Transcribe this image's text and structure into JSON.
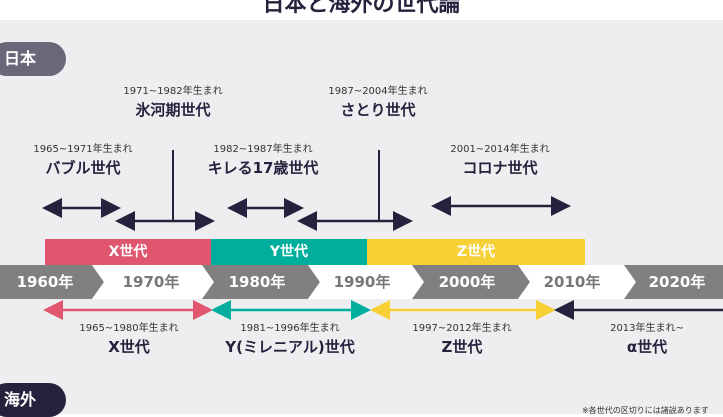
{
  "title": "日本と海外の世代論",
  "sections": {
    "japan": "日本",
    "overseas": "海外"
  },
  "japan_generations": [
    {
      "years": "1965~1971年生まれ",
      "name": "バブル世代"
    },
    {
      "years": "1971~1982年生まれ",
      "name": "氷河期世代"
    },
    {
      "years": "1982~1987年生まれ",
      "name": "キレる17歳世代"
    },
    {
      "years": "1987~2004年生まれ",
      "name": "さとり世代"
    },
    {
      "years": "2001~2014年生まれ",
      "name": "コロナ世代"
    }
  ],
  "bars": [
    {
      "label": "X世代",
      "color": "#e0566f"
    },
    {
      "label": "Y世代",
      "color": "#00ae9e"
    },
    {
      "label": "Z世代",
      "color": "#f7d035"
    }
  ],
  "decades": [
    "1960年",
    "1970年",
    "1980年",
    "1990年",
    "2000年",
    "2010年",
    "2020年"
  ],
  "overseas_generations": [
    {
      "years": "1965~1980年生まれ",
      "name": "X世代",
      "color": "#e0566f"
    },
    {
      "years": "1981~1996年生まれ",
      "name": "Y(ミレニアル)世代",
      "color": "#00ae9e"
    },
    {
      "years": "1997~2012年生まれ",
      "name": "Z世代",
      "color": "#f7d035"
    },
    {
      "years": "2013年生まれ~",
      "name": "α世代",
      "color": "#26223d"
    }
  ],
  "note": "※各世代の区切りには諸説あります"
}
